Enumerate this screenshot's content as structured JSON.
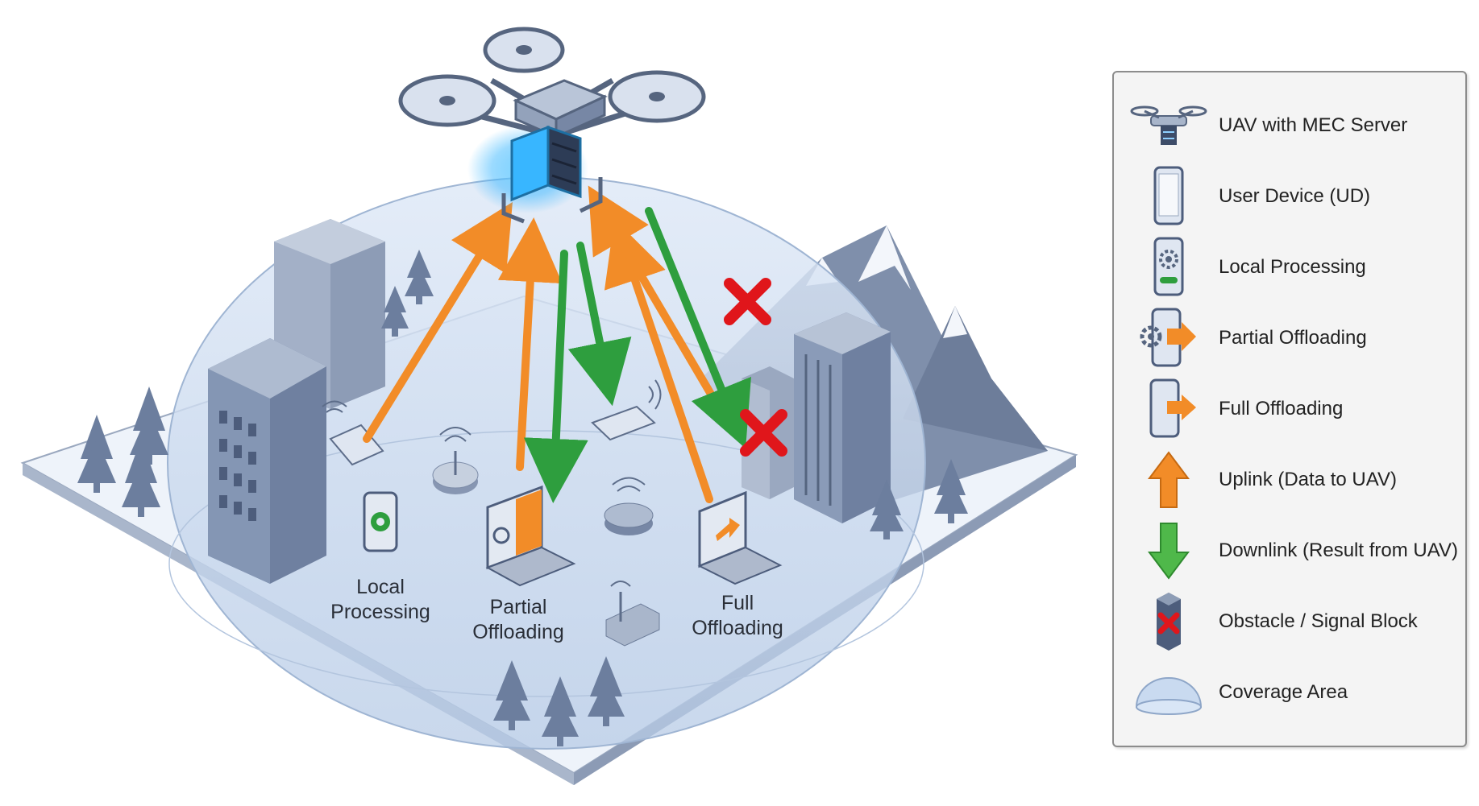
{
  "scene": {
    "device_labels": {
      "local": [
        "Local",
        "Processing"
      ],
      "partial": [
        "Partial",
        "Offloading"
      ],
      "full": [
        "Full",
        "Offloading"
      ]
    }
  },
  "legend": {
    "items": [
      {
        "icon": "uav-server-icon",
        "label": "UAV with MEC Server"
      },
      {
        "icon": "smartphone-icon",
        "label": "User Device (UD)"
      },
      {
        "icon": "local-processing-icon",
        "label": "Local Processing"
      },
      {
        "icon": "partial-offloading-icon",
        "label": "Partial Offloading"
      },
      {
        "icon": "full-offloading-icon",
        "label": "Full Offloading"
      },
      {
        "icon": "uplink-arrow-icon",
        "label": "Uplink (Data to UAV)"
      },
      {
        "icon": "downlink-arrow-icon",
        "label": "Downlink (Result from UAV)"
      },
      {
        "icon": "obstacle-icon",
        "label": "Obstacle / Signal Block"
      },
      {
        "icon": "coverage-dome-icon",
        "label": "Coverage Area"
      }
    ]
  },
  "colors": {
    "uplink": "#f28c28",
    "downlink": "#2e9e3e",
    "block": "#e0161b",
    "dome": "#c9daf0",
    "ground": "#e9eef6",
    "building": "#7e8fad",
    "server_glow": "#38b6ff"
  }
}
